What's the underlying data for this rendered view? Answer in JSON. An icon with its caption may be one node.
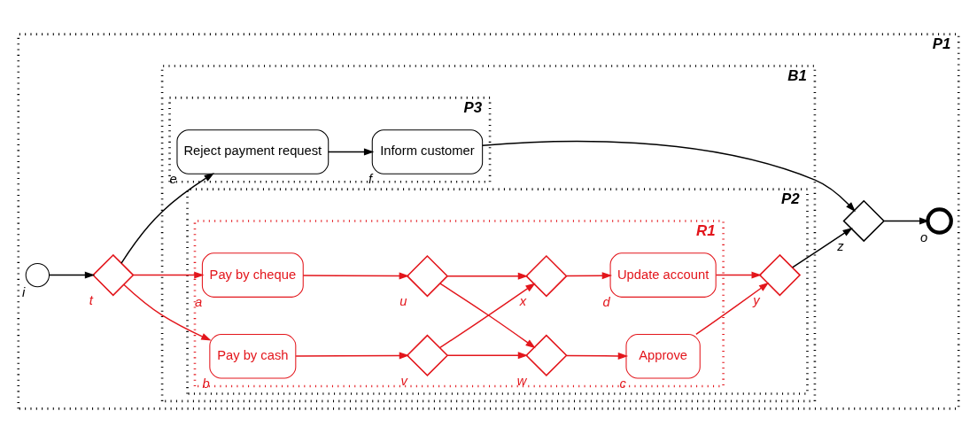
{
  "diagram": {
    "nodes": [
      {
        "text": [
          "P1"
        ]
      },
      {
        "text": [],
        "shape": "circle",
        "beside": [
          "i"
        ],
        "in": 0
      },
      {
        "text": [],
        "shape": "diamond",
        "beside": [
          "t"
        ],
        "in": 0
      },
      {
        "text": [
          "B1"
        ],
        "in": 0
      },
      {
        "text": [
          "P2"
        ],
        "in": 3
      },
      {
        "text": [
          "R1"
        ],
        "in": 4
      },
      {
        "text": [
          "Pay by cheque"
        ],
        "beside": [
          "a"
        ],
        "in": 5
      },
      {
        "text": [
          "Pay by cash"
        ],
        "beside": [
          "b"
        ],
        "in": 5
      },
      {
        "text": [],
        "shape": "diamond",
        "beside": [
          "u"
        ],
        "in": 5
      },
      {
        "text": [],
        "shape": "diamond",
        "beside": [
          "v"
        ],
        "in": 5
      },
      {
        "text": [],
        "shape": "diamond",
        "beside": [
          "w"
        ],
        "in": 5
      },
      {
        "text": [],
        "shape": "diamond",
        "beside": [
          "x"
        ],
        "in": 5
      },
      {
        "text": [
          "Approve"
        ],
        "beside": [
          "c"
        ],
        "in": 5
      },
      {
        "text": [
          "Update account"
        ],
        "beside": [
          "d"
        ],
        "in": 5
      },
      {
        "text": [],
        "shape": "diamond",
        "beside": [
          "y"
        ],
        "in": 4
      },
      {
        "text": [
          "P3"
        ],
        "in": 3
      },
      {
        "text": [
          "Reject payment request"
        ],
        "beside": [
          "e"
        ],
        "in": 15
      },
      {
        "text": [
          "Inform customer"
        ],
        "beside": [
          "f"
        ],
        "in": 15
      },
      {
        "text": [],
        "shape": "diamond",
        "beside": [
          "z"
        ],
        "in": 0
      },
      {
        "text": [],
        "shape": "circle",
        "beside": [
          "o"
        ],
        "in": 0
      }
    ],
    "edges": [
      {
        "from": 1,
        "to": 2,
        "arrow": "to",
        "color": "#000000"
      },
      {
        "from": 2,
        "to": 6,
        "arrow": "to"
      },
      {
        "from": 2,
        "to": 7,
        "arrow": "to"
      },
      {
        "from": 2,
        "to": 16,
        "arrow": "to",
        "color": "#000000"
      },
      {
        "from": 6,
        "to": 8,
        "arrow": "to"
      },
      {
        "from": 7,
        "to": 9,
        "arrow": "to"
      },
      {
        "from": 8,
        "to": 10,
        "arrow": "to"
      },
      {
        "from": 8,
        "to": 11,
        "arrow": "to"
      },
      {
        "from": 9,
        "to": 10,
        "arrow": "to"
      },
      {
        "from": 9,
        "to": 11,
        "arrow": "to"
      },
      {
        "from": 10,
        "to": 12,
        "arrow": "to"
      },
      {
        "from": 11,
        "to": 13,
        "arrow": "to"
      },
      {
        "from": 12,
        "to": 14,
        "arrow": "to"
      },
      {
        "from": 13,
        "to": 14,
        "arrow": "to"
      },
      {
        "from": 14,
        "to": 18,
        "arrow": "to",
        "color": "#000000"
      },
      {
        "from": 16,
        "to": 17,
        "arrow": "to",
        "color": "#000000"
      },
      {
        "from": 17,
        "to": 18,
        "arrow": "to",
        "color": "#000000"
      },
      {
        "from": 18,
        "to": 19,
        "arrow": "to",
        "color": "#000000"
      }
    ]
  }
}
